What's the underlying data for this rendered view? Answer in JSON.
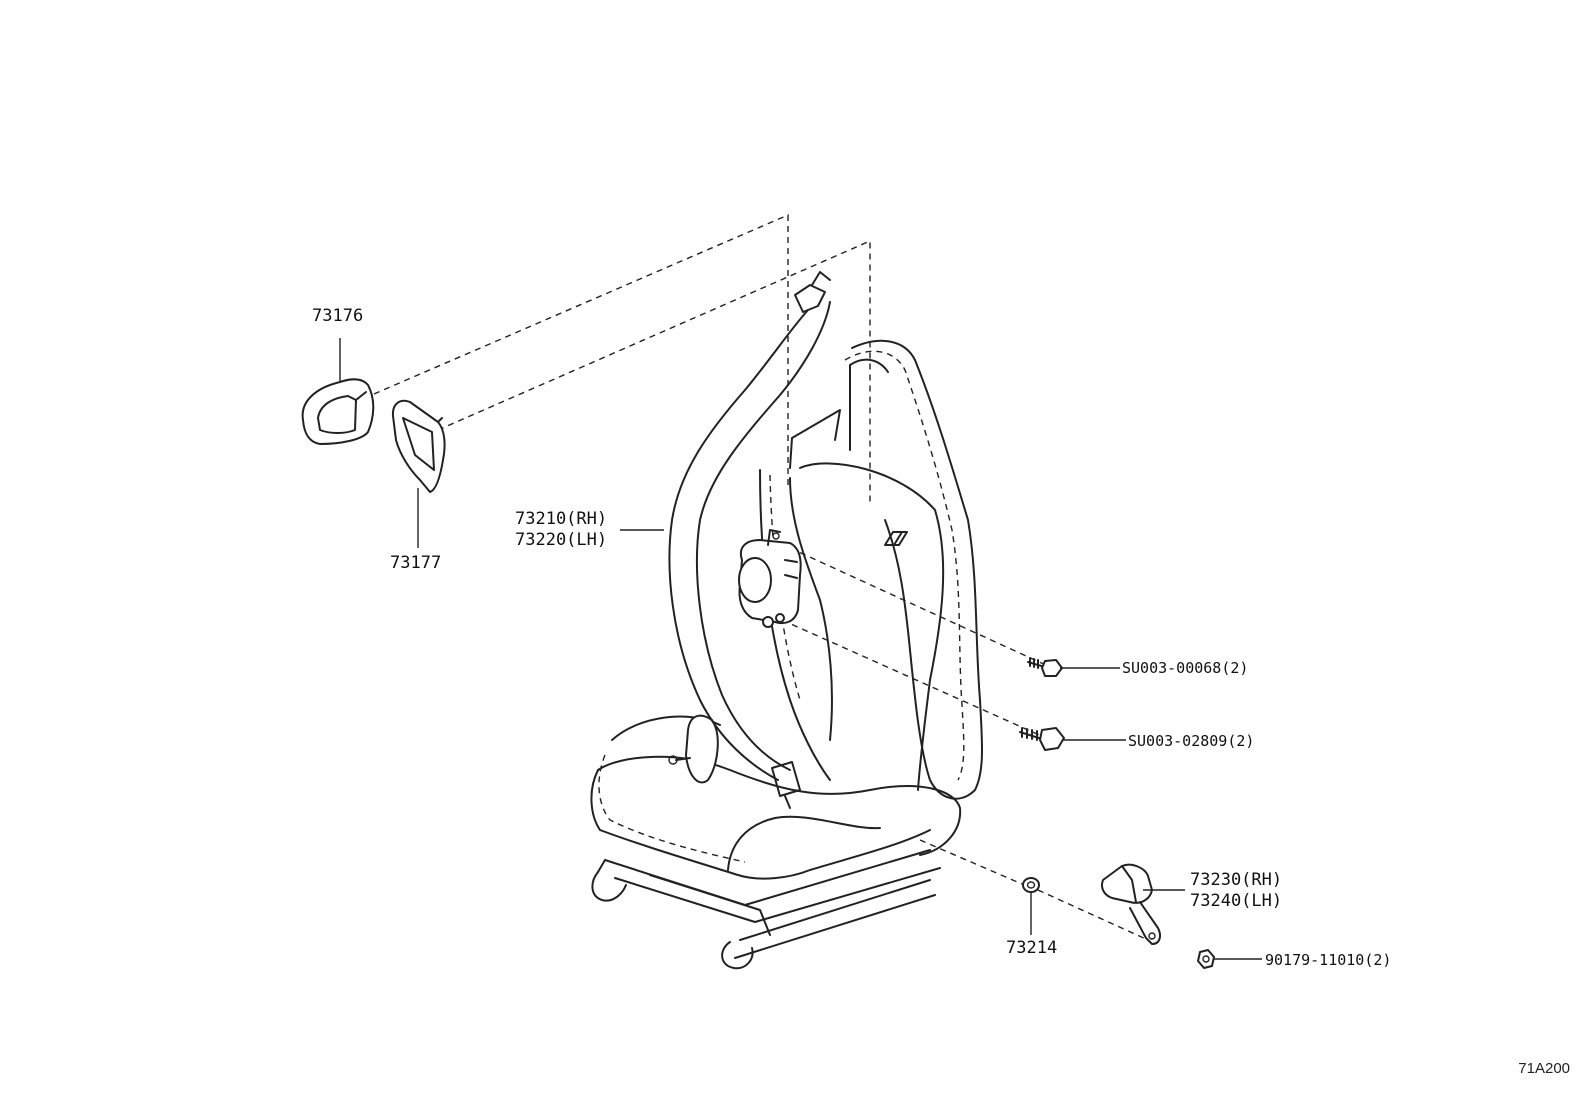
{
  "diagram_code": "71A200",
  "parts": [
    {
      "id": "p73176",
      "lines": [
        "73176"
      ]
    },
    {
      "id": "p73177",
      "lines": [
        "73177"
      ]
    },
    {
      "id": "p73210",
      "lines": [
        "73210(RH)",
        "73220(LH)"
      ]
    },
    {
      "id": "pSU00068",
      "lines": [
        "SU003-00068(2)"
      ]
    },
    {
      "id": "pSU02809",
      "lines": [
        "SU003-02809(2)"
      ]
    },
    {
      "id": "p73230",
      "lines": [
        "73230(RH)",
        "73240(LH)"
      ]
    },
    {
      "id": "p73214",
      "lines": [
        "73214"
      ]
    },
    {
      "id": "p90179",
      "lines": [
        "90179-11010(2)"
      ]
    }
  ]
}
